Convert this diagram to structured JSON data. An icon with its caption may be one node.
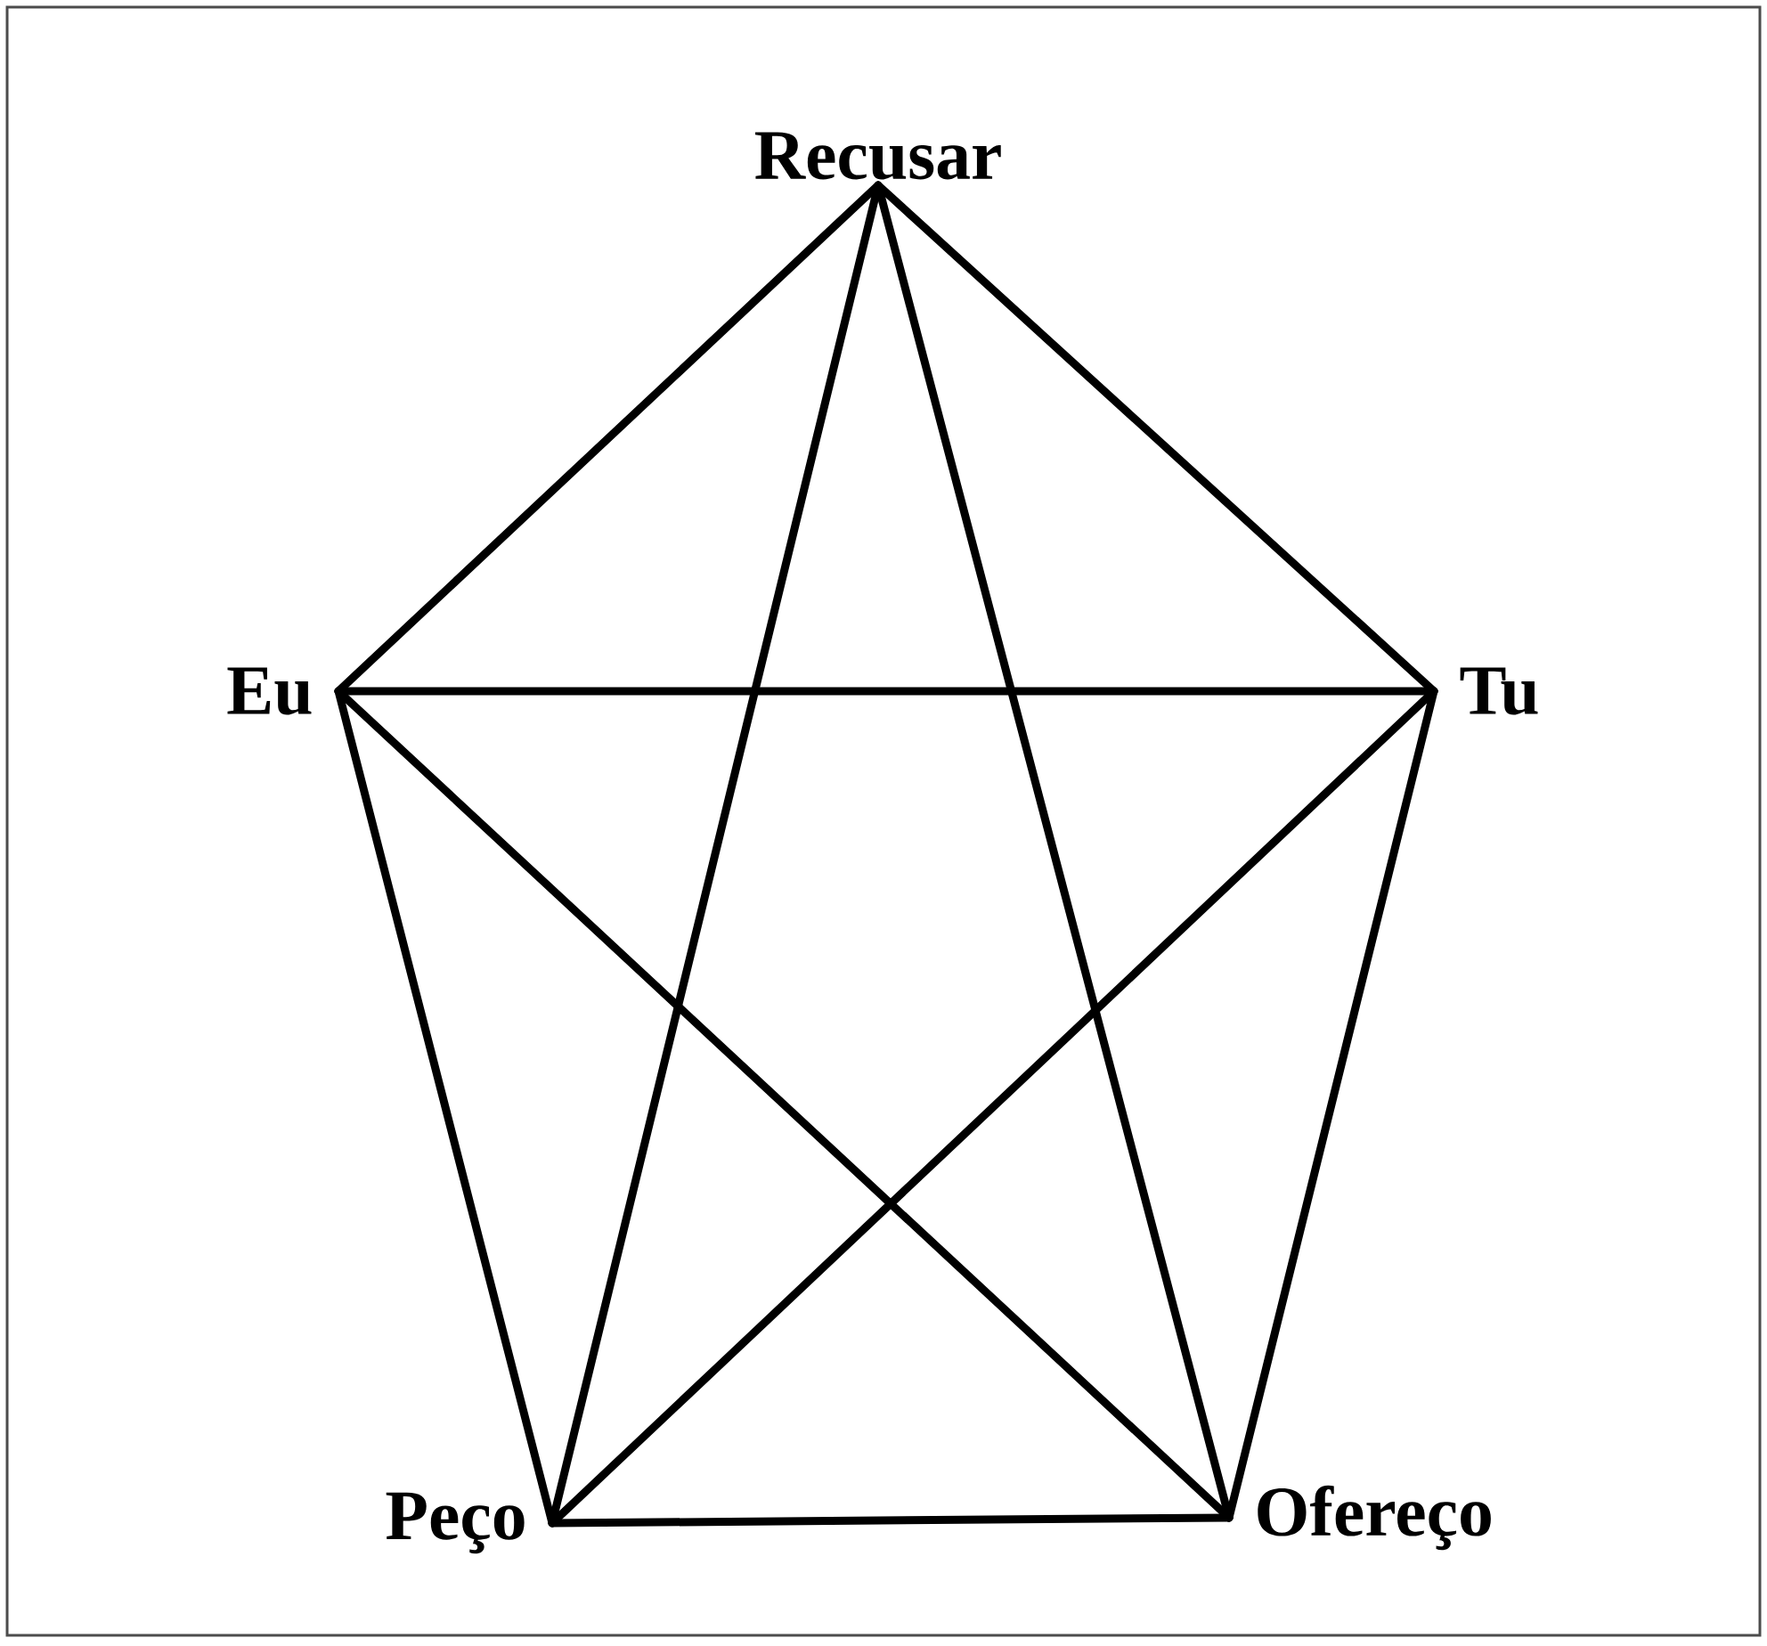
{
  "diagram": {
    "nodes": [
      {
        "text": [
          "Recusar"
        ]
      },
      {
        "text": [
          "Eu"
        ]
      },
      {
        "text": [
          "Tu"
        ]
      },
      {
        "text": [
          "Peço"
        ]
      },
      {
        "text": [
          "Ofereço"
        ]
      }
    ],
    "edges": [
      {
        "from": 0,
        "to": 1,
        "arrow": "none"
      },
      {
        "from": 0,
        "to": 2,
        "arrow": "none"
      },
      {
        "from": 0,
        "to": 3,
        "arrow": "none"
      },
      {
        "from": 0,
        "to": 4,
        "arrow": "none"
      },
      {
        "from": 1,
        "to": 2,
        "arrow": "none"
      },
      {
        "from": 1,
        "to": 3,
        "arrow": "none"
      },
      {
        "from": 1,
        "to": 4,
        "arrow": "none"
      },
      {
        "from": 2,
        "to": 3,
        "arrow": "none"
      },
      {
        "from": 2,
        "to": 4,
        "arrow": "none"
      },
      {
        "from": 3,
        "to": 4,
        "arrow": "none"
      }
    ]
  }
}
